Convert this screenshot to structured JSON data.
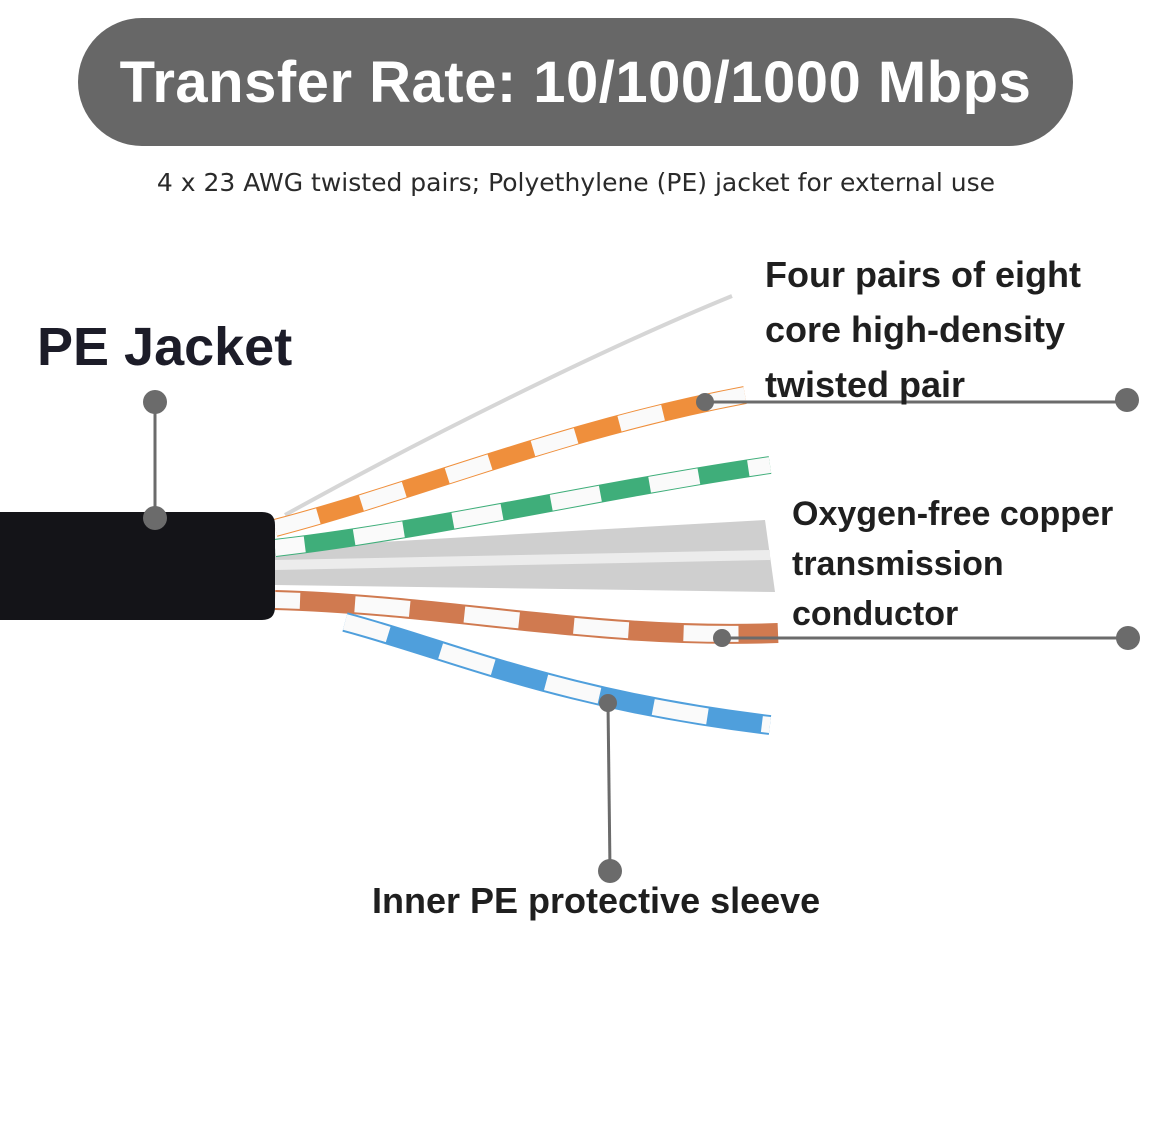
{
  "title": "Transfer Rate: 10/100/1000 Mbps",
  "subtitle": "4 x 23 AWG twisted pairs; Polyethylene (PE) jacket for external use",
  "callouts": {
    "jacket": "PE Jacket",
    "pairs": [
      "Four pairs of eight",
      "core high-density",
      "twisted pair"
    ],
    "copper": [
      "Oxygen-free copper",
      "transmission",
      "conductor"
    ],
    "sleeve": "Inner PE protective sleeve"
  },
  "colors": {
    "pill": "#676767",
    "callout_line": "#6b6b6b",
    "jacket": "#141418",
    "orange_pair": "#ef8f3c",
    "green_pair": "#3fae7a",
    "brown_pair": "#d07a50",
    "blue_pair": "#4f9fdc",
    "separator": "#c9c9c9"
  }
}
